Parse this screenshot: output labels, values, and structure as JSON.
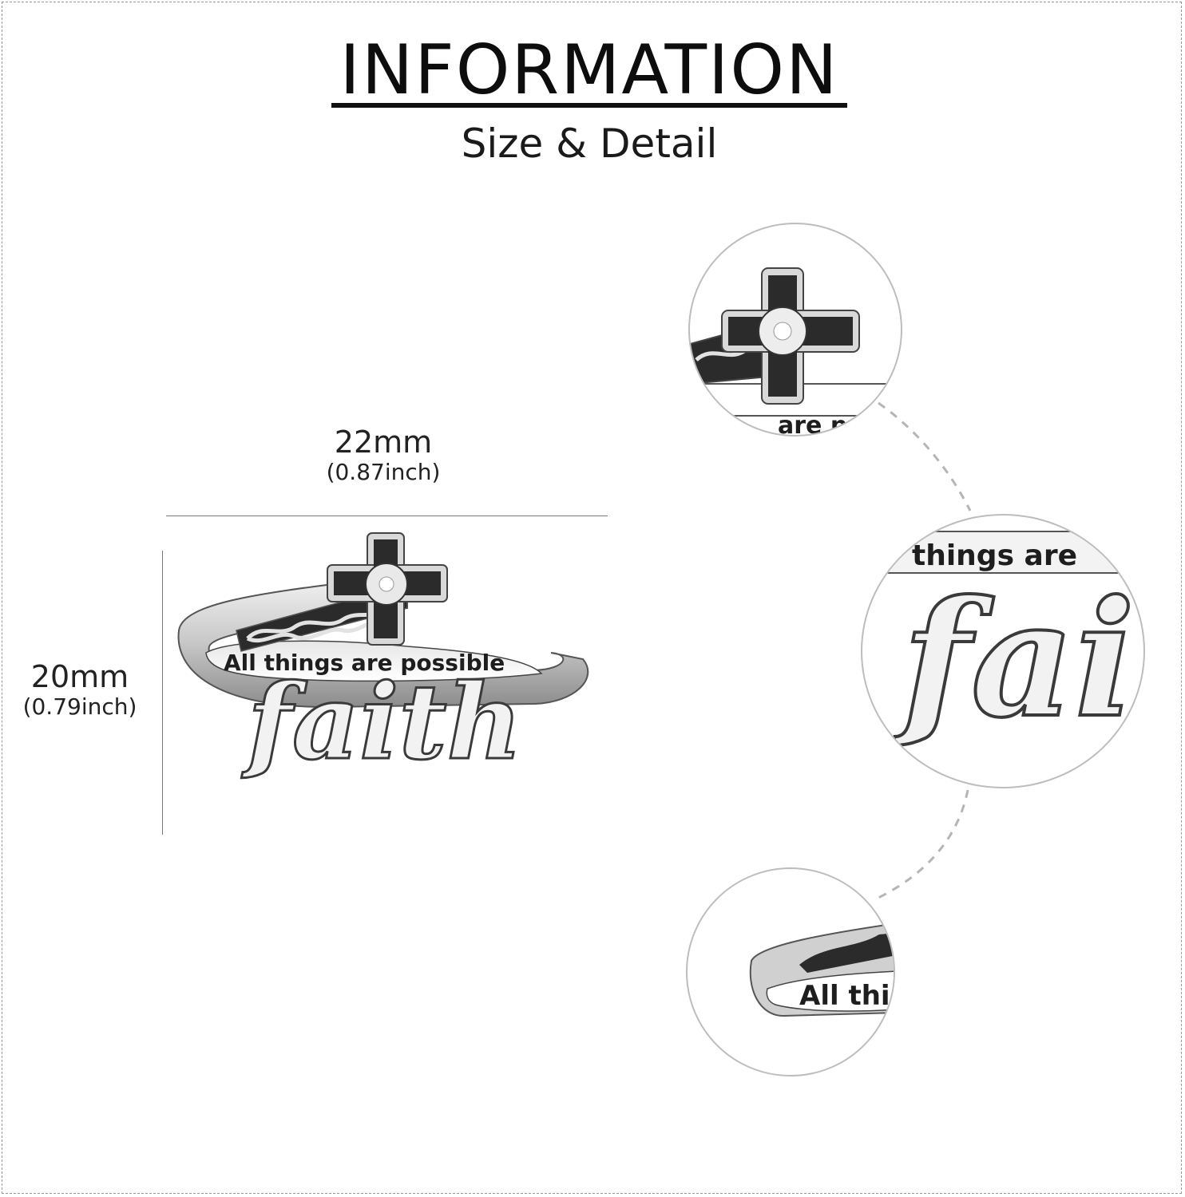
{
  "header": {
    "title": "INFORMATION",
    "subtitle": "Size & Detail"
  },
  "dimensions": {
    "width_mm": "22mm",
    "width_inch": "(0.87inch)",
    "height_mm": "20mm",
    "height_inch": "(0.79inch)"
  },
  "product": {
    "engraving": "All things are possible",
    "word": "faith"
  },
  "zooms": {
    "top_fragment": "are p",
    "middle_fragment": "things are",
    "middle_word": "fai",
    "bottom_fragment": "All thir"
  },
  "colors": {
    "silver": "#d9d9d9",
    "oxidized": "#2b2b2b",
    "circle_border": "#bdbdbd",
    "connector": "#b5b5b5"
  }
}
